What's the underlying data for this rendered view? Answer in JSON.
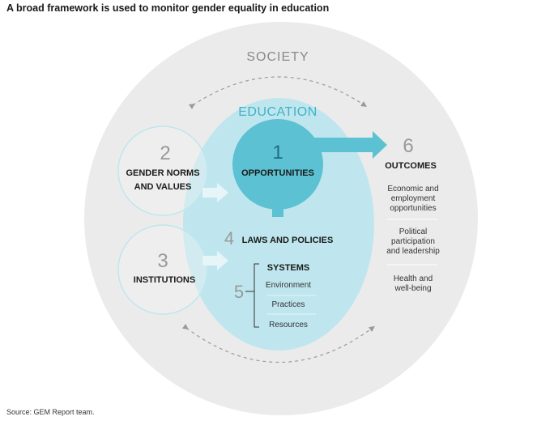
{
  "title": "A broad framework is used to monitor gender equality in education",
  "society_label": "SOCIETY",
  "education_label": "EDUCATION",
  "opportunities": {
    "number": "1",
    "label": "OPPORTUNITIES"
  },
  "gender_norms": {
    "number": "2",
    "line1": "GENDER NORMS",
    "line2": "AND VALUES"
  },
  "institutions": {
    "number": "3",
    "label": "INSTITUTIONS"
  },
  "laws": {
    "number": "4",
    "label": "LAWS AND POLICIES"
  },
  "systems": {
    "number": "5",
    "label": "SYSTEMS",
    "items": [
      "Environment",
      "Practices",
      "Resources"
    ]
  },
  "outcomes": {
    "number": "6",
    "label": "OUTCOMES",
    "groups": [
      [
        "Economic and",
        "employment",
        "opportunities"
      ],
      [
        "Political",
        "participation",
        "and leadership"
      ],
      [
        "Health and",
        "well-being"
      ]
    ]
  },
  "source": "Source: GEM Report team.",
  "colors": {
    "society_bg": "#ebebeb",
    "education_bg": "#bfe6ee",
    "opportunities_bg": "#5cc1d2",
    "accent": "#3fb2c8",
    "dark_text": "#1a1a1a",
    "grey_text": "#8a8a8a"
  }
}
